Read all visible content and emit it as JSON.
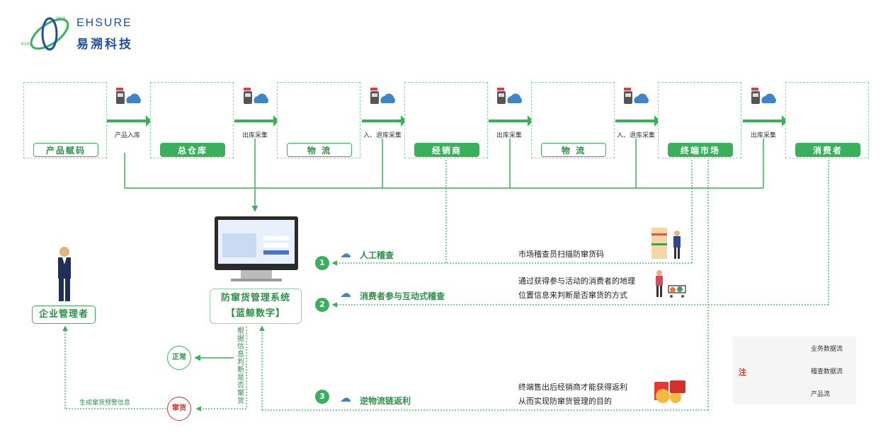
{
  "logo": {
    "name_en": "EHSURE",
    "name_cn": "易溯科技"
  },
  "stages": [
    {
      "label": "产品赋码",
      "style": "white"
    },
    {
      "label": "总仓库",
      "style": "green"
    },
    {
      "label": "物  流",
      "style": "white"
    },
    {
      "label": "经销商",
      "style": "green"
    },
    {
      "label": "物  流",
      "style": "white"
    },
    {
      "label": "终端市场",
      "style": "green"
    },
    {
      "label": "消费者",
      "style": "green"
    }
  ],
  "scan_labels": [
    "产品入库",
    "出库采集",
    "入、退库采集",
    "出库采集",
    "入、退库采集",
    "出库采集"
  ],
  "system": {
    "line1": "防窜货管理系统",
    "line2": "【蓝鲸数字】"
  },
  "manager": {
    "label": "企业管理者"
  },
  "judge_text": "根据信息判断是否窜货",
  "normal_label": "正常",
  "fleeing_label": "窜货",
  "warning_label": "生成窜货预警信息",
  "processes": [
    {
      "num": "1",
      "label": "人工稽查",
      "desc": [
        "市场稽查员扫描防窜货码"
      ]
    },
    {
      "num": "2",
      "label": "消费者参与互动式稽查",
      "desc": [
        "通过获得参与活动的消费者的地理",
        "位置信息来判断是否窜货的方式"
      ]
    },
    {
      "num": "3",
      "label": "逆物流链返利",
      "desc": [
        "终端售出后经销商才能获得返利",
        "从而实现防窜货管理的目的"
      ]
    }
  ],
  "legend": {
    "title": "注",
    "items": [
      "业务数据流",
      "稽查数据流",
      "产品流"
    ]
  },
  "colors": {
    "green": "#3bb05c",
    "dark_green": "#2e8f4a",
    "red": "#d0342c"
  }
}
